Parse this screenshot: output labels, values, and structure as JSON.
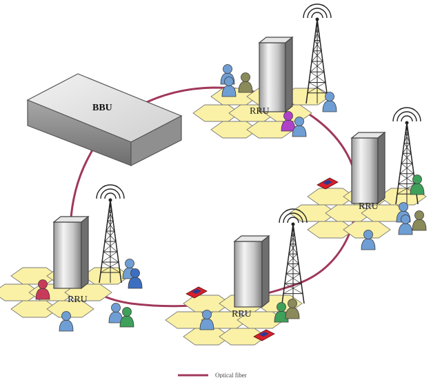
{
  "bbu": {
    "label": "BBU"
  },
  "sites": [
    {
      "label": "RRU"
    },
    {
      "label": "RRU"
    },
    {
      "label": "RRU"
    },
    {
      "label": "RRU"
    }
  ],
  "legend": {
    "label": "Optical fiber"
  },
  "colors": {
    "fiber": "#a0385a",
    "hex_fill": "#fbf1a6",
    "hex_stroke": "#7a7a7a",
    "tower": "#222222"
  }
}
